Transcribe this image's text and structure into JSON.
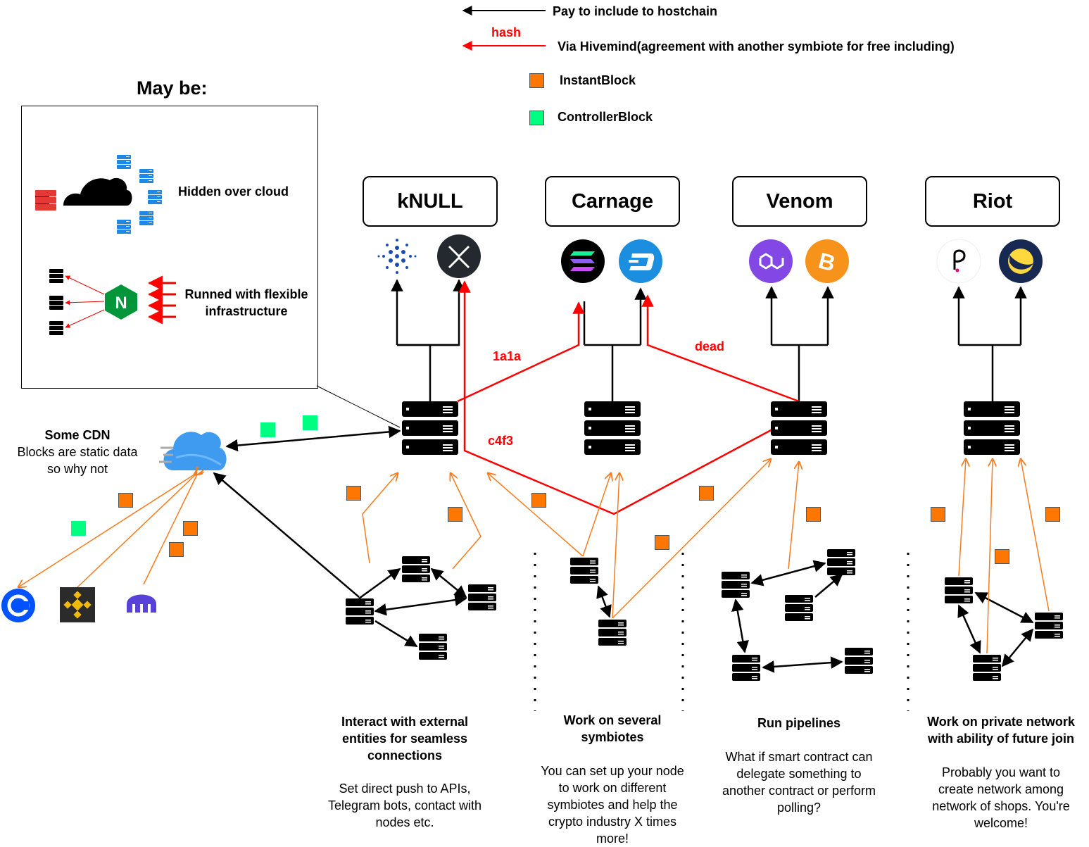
{
  "legend": {
    "pay_label": "Pay to include to hostchain",
    "hash_label": "hash",
    "hivemind_label": "Via Hivemind(agreement with another symbiote for free including)",
    "instant_label": "InstantBlock",
    "controller_label": "ControllerBlock",
    "instant_color": "#ff7700",
    "controller_color": "#00ff80"
  },
  "maybe": {
    "title": "May be:",
    "cloud_label": "Hidden over cloud",
    "infra_label_1": "Runned with flexible",
    "infra_label_2": "infrastructure"
  },
  "cdn": {
    "title": "Some CDN",
    "line1": "Blocks are static data",
    "line2": "so why not"
  },
  "symbiotes": [
    {
      "name": "kNULL",
      "coins": [
        "cardano-icon",
        "xrp-icon"
      ]
    },
    {
      "name": "Carnage",
      "coins": [
        "solana-icon",
        "dash-icon"
      ]
    },
    {
      "name": "Venom",
      "coins": [
        "polygon-icon",
        "bitcoin-icon"
      ]
    },
    {
      "name": "Riot",
      "coins": [
        "polkadot-icon",
        "terra-icon"
      ]
    }
  ],
  "hashes": {
    "h1": "1a1a",
    "h2": "dead",
    "h3": "c4f3"
  },
  "sections": [
    {
      "title_1": "Interact with external",
      "title_2": "entities for seamless",
      "title_3": "connections",
      "desc_1": "Set direct push to APIs,",
      "desc_2": "Telegram bots, contact with",
      "desc_3": "nodes etc."
    },
    {
      "title_1": "Work on several",
      "title_2": "symbiotes",
      "desc_1": "You can set up your node",
      "desc_2": "to work on different",
      "desc_3": "symbiotes and help the",
      "desc_4": "crypto industry X times",
      "desc_5": "more!"
    },
    {
      "title_1": "Run pipelines",
      "desc_1": "What if smart contract can",
      "desc_2": "delegate something to",
      "desc_3": "another contract or perform",
      "desc_4": "polling?"
    },
    {
      "title_1": "Work on private network",
      "title_2": "with ability of future join",
      "desc_1": "Probably you want to",
      "desc_2": "create network among",
      "desc_3": "network of shops. You're",
      "desc_4": "welcome!"
    }
  ],
  "exchanges": [
    "coinbase-icon",
    "binance-icon",
    "kraken-icon"
  ],
  "colors": {
    "arrow_black": "#000000",
    "arrow_red": "#ff0000",
    "arrow_orange": "#f57c1f"
  }
}
